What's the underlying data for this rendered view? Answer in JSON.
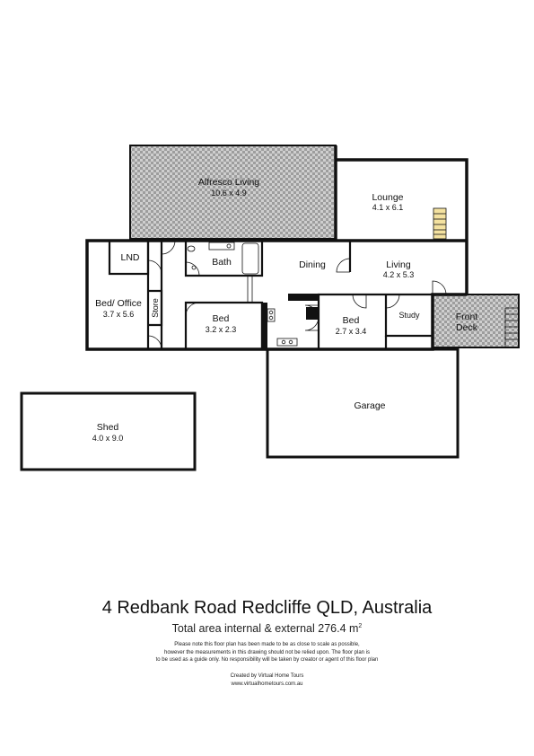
{
  "rooms": {
    "alfresco": {
      "name": "Alfresco Living",
      "dims": "10.6 x 4.9"
    },
    "lounge": {
      "name": "Lounge",
      "dims": "4.1 x 6.1"
    },
    "lnd": {
      "name": "LND"
    },
    "bath": {
      "name": "Bath"
    },
    "dining": {
      "name": "Dining"
    },
    "living": {
      "name": "Living",
      "dims": "4.2 x 5.3"
    },
    "bed_office": {
      "name": "Bed/ Office",
      "dims": "3.7 x 5.6"
    },
    "store": {
      "name": "Store"
    },
    "bed1": {
      "name": "Bed",
      "dims": "3.2 x 2.3"
    },
    "bed2": {
      "name": "Bed",
      "dims": "2.7  x 3.4"
    },
    "study": {
      "name": "Study"
    },
    "front_deck": {
      "name_line1": "Front",
      "name_line2": "Deck"
    },
    "garage": {
      "name": "Garage"
    },
    "shed": {
      "name": "Shed",
      "dims": "4.0 x 9.0"
    }
  },
  "footer": {
    "address": "4 Redbank Road Redcliffe QLD, Australia",
    "area_label": "Total area internal & external  276.4 m",
    "area_unit_sup": "2",
    "disclaimer": [
      "Please note this floor plan has been made to be as close to scale as possible,",
      "however the measurements in this drawing should not be relied upon. The floor plan is",
      "to be used as a guide only. No responsibility will be taken by creator or agent of this floor plan"
    ],
    "credit_line1": "Created by Virtual Home Tours",
    "credit_line2": "www.virtualhometours.com.au"
  }
}
